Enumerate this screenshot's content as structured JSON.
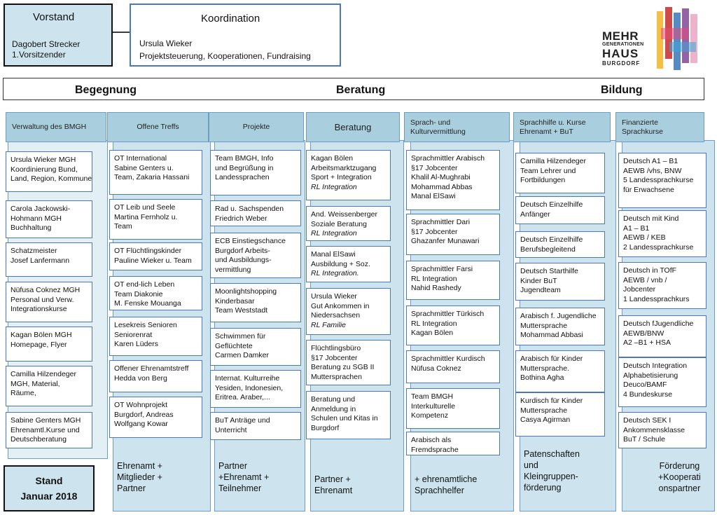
{
  "top": {
    "vorstand": {
      "title": "Vorstand",
      "lines": [
        "Dagobert Strecker",
        "1.Vorsitzender"
      ]
    },
    "koordination": {
      "title": "Koordination",
      "lines": [
        "Ursula Wieker",
        "Projektsteuerung, Kooperationen, Fundraising"
      ]
    },
    "logo": {
      "line1": "MEHR",
      "line2": "GENERATIONEN",
      "line3": "HAUS",
      "line4": "BURGDORF"
    }
  },
  "categories": {
    "left": "Begegnung",
    "center": "Beratung",
    "right": "Bildung"
  },
  "stand": {
    "line1": "Stand",
    "line2": "Januar 2018"
  },
  "columns": [
    {
      "header": [
        "Verwaltung des BMGH"
      ],
      "boxes": [
        [
          "Ursula Wieker MGH",
          "Koordinierung Bund,",
          "Land, Region, Kommune"
        ],
        [
          "Carola Jackowski-",
          "Hohmann MGH",
          "Buchhaltung"
        ],
        [
          "Schatzmeister",
          "Josef Lanfermann"
        ],
        [
          "Nüfusa Coknez MGH",
          "Personal und Verw.",
          "Integrationskurse"
        ],
        [
          "Kagan Bölen MGH",
          "Homepage, Flyer"
        ],
        [
          "Camilla Hilzendeger",
          "MGH, Material,",
          "Räume,"
        ],
        [
          "Sabine Genters MGH",
          "Ehrenamtl.Kurse und",
          "Deutschberatung"
        ]
      ],
      "bottom": []
    },
    {
      "header": [
        "Offene Treffs"
      ],
      "boxes": [
        [
          "OT International",
          "Sabine Genters u.",
          "Team, Zakaria Hassani"
        ],
        [
          "OT Leib und Seele",
          "Martina Fernholz u.",
          "Team"
        ],
        [
          "OT Flüchtlingskinder",
          "Pauline Wieker u. Team"
        ],
        [
          "OT end-lich Leben",
          "Team Diakonie",
          "M. Fenske Mouanga"
        ],
        [
          "Lesekreis Senioren",
          "Seniorenrat",
          "Karen Lüders"
        ],
        [
          "Offener Ehrenamtstreff",
          "Hedda von Berg"
        ],
        [
          "OT Wohnprojekt",
          "Burgdorf, Andreas",
          "Wolfgang Kowar"
        ]
      ],
      "bottom": [
        "Ehrenamt  +",
        "Mitglieder +",
        "Partner"
      ]
    },
    {
      "header": [
        "Projekte"
      ],
      "boxes": [
        [
          "Team BMGH, Info",
          "und Begrüßung in",
          "Landessprachen"
        ],
        [
          "Rad u. Sachspenden",
          "Friedrich Weber"
        ],
        [
          "ECB Einstiegschance",
          "Burgdorf Arbeits-",
          "und Ausbildungs-",
          "vermittlung"
        ],
        [
          "Moonlightshopping",
          "Kinderbasar",
          "Team Weststadt"
        ],
        [
          "Schwimmen für",
          "Geflüchtete",
          "Carmen Damker"
        ],
        [
          "Internat. Kulturreihe",
          "Yesiden, Indonesien,",
          "Eritrea. Araber,..."
        ],
        [
          "BuT Anträge und",
          "Unterricht"
        ]
      ],
      "bottom": [
        "Partner",
        "+Ehrenamt +",
        "Teilnehmer"
      ]
    },
    {
      "header": [
        "Beratung"
      ],
      "boxes": [
        [
          "Kagan Bölen",
          "Arbeitsmarktzugang",
          "Sport + Integration",
          "RL Integration"
        ],
        [
          "And. Weissenberger",
          "Soziale Beratung",
          "RL Integration"
        ],
        [
          "Manal ElSawi",
          "Ausbildung + Soz.",
          "RL Integration."
        ],
        [
          "Ursula Wieker",
          "Gut Ankommen in",
          "Niedersachsen",
          "RL Familie"
        ],
        [
          "Flüchtlingsbüro",
          "§17 Jobcenter",
          "Beratung zu SGB II",
          "Muttersprachen"
        ],
        [
          "Beratung und",
          "Anmeldung in",
          "Schulen und Kitas in",
          "Burgdorf"
        ]
      ],
      "bottom": [
        "Partner +",
        "Ehrenamt"
      ]
    },
    {
      "header": [
        "Sprach- und",
        "Kulturvermittlung"
      ],
      "boxes": [
        [
          "Sprachmittler Arabisch",
          "§17 Jobcenter",
          "Khalil Al-Mughrabi",
          "Mohammad Abbas",
          "Manal ElSawi"
        ],
        [
          "Sprachmittler Dari",
          "§17 Jobcenter",
          "Ghazanfer Munawari"
        ],
        [
          "Sprachmittler  Farsi",
          "RL Integration",
          "Nahid Rashedy"
        ],
        [
          "Sprachmittler Türkisch",
          "RL Integration",
          "Kagan Bölen"
        ],
        [
          "Sprachmittler Kurdisch",
          "Nüfusa Coknez"
        ],
        [
          "Team BMGH",
          "Interkulturelle",
          "Kompetenz"
        ],
        [
          "Arabisch als",
          "Fremdsprache"
        ]
      ],
      "bottom": [
        "+ ehrenamtliche",
        "Sprachhelfer"
      ]
    },
    {
      "header": [
        "Sprachhilfe u. Kurse",
        "Ehrenamt + BuT"
      ],
      "boxes": [
        [
          "Camilla Hilzendeger",
          "Team Lehrer  und",
          "Fortbildungen"
        ],
        [
          "Deutsch Einzelhilfe",
          "Anfänger"
        ],
        [
          "Deutsch Einzelhilfe",
          "Berufsbegleitend"
        ],
        [
          "Deutsch Starthilfe",
          "Kinder BuT",
          "Jugendteam"
        ],
        [
          "Arabisch f. Jugendliche",
          "Muttersprache",
          "Mohammad Abbasi"
        ],
        [
          "Arabisch für Kinder",
          "Muttersprache.",
          "Bothina Agha"
        ],
        [
          "Kurdisch  für Kinder",
          "Muttersprache",
          "Casya Agirman"
        ]
      ],
      "bottom": [
        "Patenschaften",
        "und",
        "Kleingruppen-",
        "förderung"
      ]
    },
    {
      "header": [
        "Finanzierte",
        "Sprachkurse"
      ],
      "boxes": [
        [
          "Deutsch A1 – B1",
          "AEWB /vhs, BNW",
          "5 Landessprachkurse",
          "für Erwachsene"
        ],
        [
          "Deutsch mit Kind",
          "A1 – B1",
          "AEWB / KEB",
          "2 Landessprachkurse"
        ],
        [
          "Deutsch in TOfF",
          "AEWB / vnb /",
          "Jobcenter",
          "1 Landessprachkurs"
        ],
        [
          "Deutsch fJugendliche",
          "AEWB/BNW",
          "A2 –B1 +  HSA"
        ],
        [
          "Deutsch Integration",
          "Alphabetisierung",
          "Deuco/BAMF",
          "4 Bundeskurse"
        ],
        [
          "Deutsch SEK I",
          "Ankommensklasse",
          "BuT / Schule"
        ]
      ],
      "bottom": [
        "Förderung",
        "+Kooperati",
        "onspartner"
      ]
    }
  ]
}
